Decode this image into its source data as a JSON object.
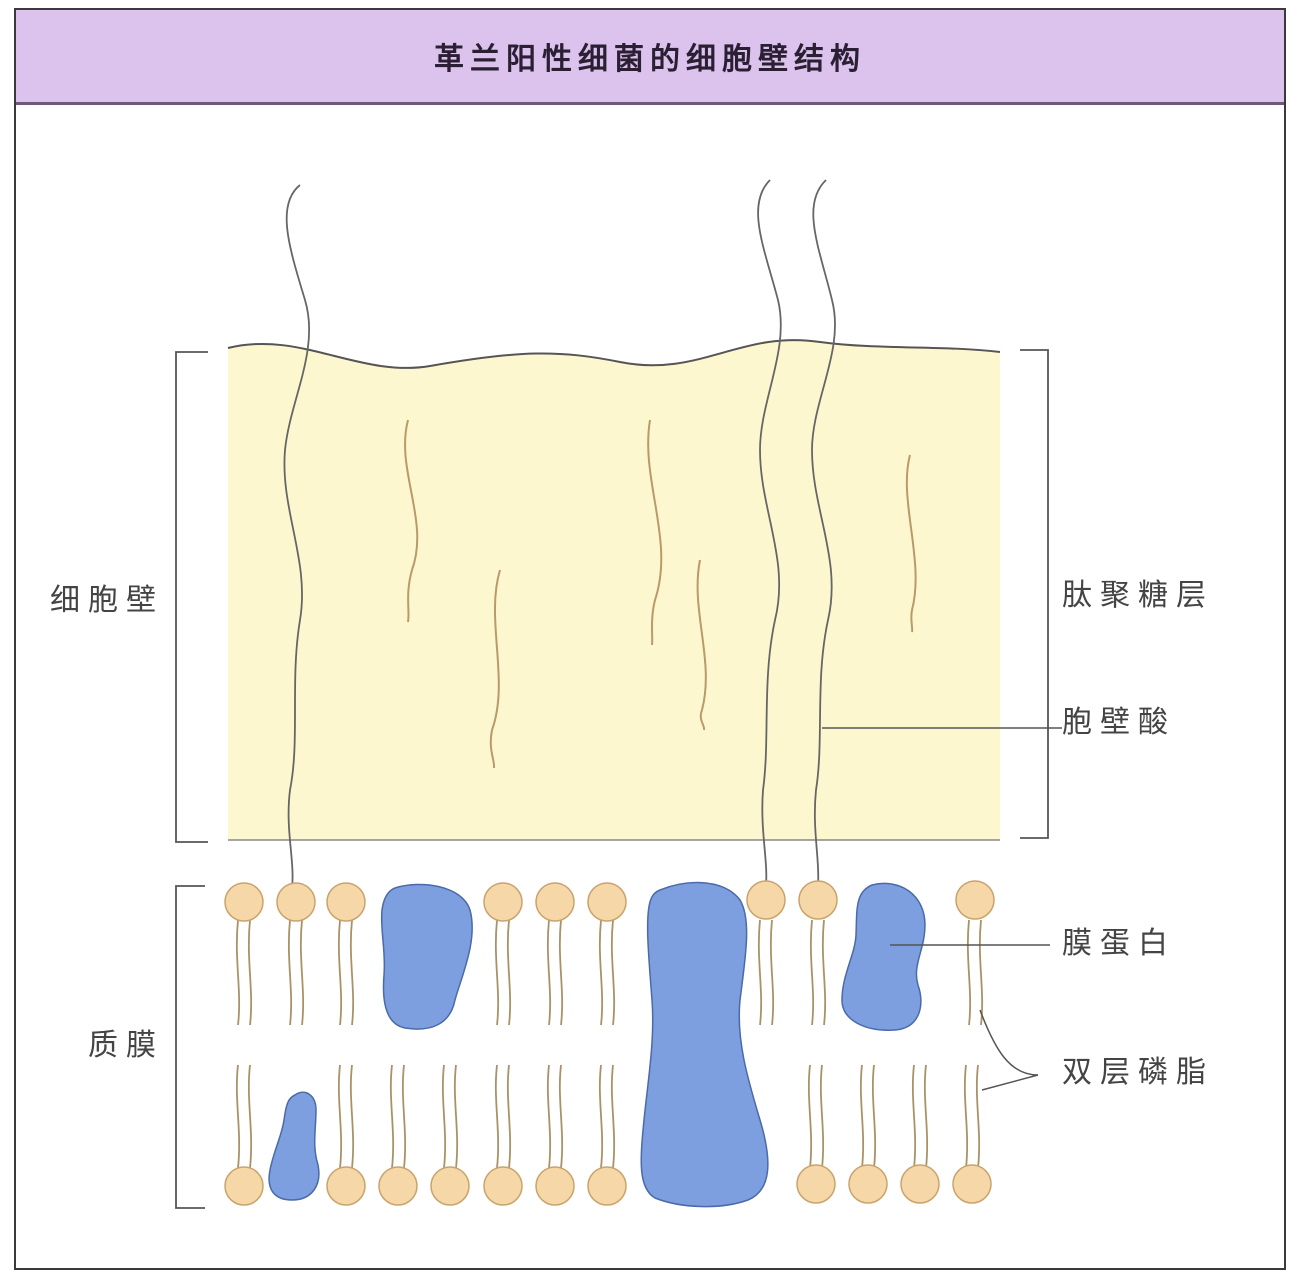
{
  "title": "革兰阳性细菌的细胞壁结构",
  "labels": {
    "cell_wall": "细胞壁",
    "peptidoglycan": "肽聚糖层",
    "teichoic_acid": "胞壁酸",
    "membrane_protein": "膜蛋白",
    "phospholipid_bilayer": "双层磷脂",
    "plasma_membrane": "质膜"
  },
  "colors": {
    "header": "#dcc3ee",
    "peptidoglycan_fill": "#fdf7cf",
    "lipid_head": "#f6d7a8",
    "protein": "#7d9fe0"
  }
}
